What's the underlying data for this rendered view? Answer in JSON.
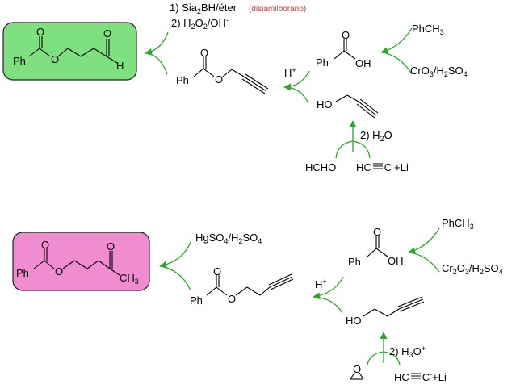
{
  "colors": {
    "green_box": "#7ee07e",
    "pink_box": "#f08cd0",
    "arrow": "#2aa82a",
    "annotation": "#e03030"
  },
  "scheme_top": {
    "product_group": "Ph",
    "product_aldehyde_O": "O",
    "product_aldehyde_H": "H",
    "ester_group": "Ph",
    "ester_carbonyl_O": "O",
    "ester_O": "O",
    "step1_num": "1) ",
    "step1_reagent": "Sia",
    "step1_sub": "2",
    "step1_tail": "BH/éter",
    "step1_note": "(disiamilborano)",
    "step2_num": "2) H",
    "step2_sub": "2",
    "step2_tail": "O",
    "step2_sub2": "2",
    "step2_tail2": "/OH",
    "step2_sup": "-",
    "acid_group": "Ph",
    "acid_O": "O",
    "acid_OH": "OH",
    "hplus": "H",
    "hplus_sup": "+",
    "toluene": "PhCH",
    "toluene_sub": "3",
    "oxidant": "CrO",
    "oxidant_sub": "3",
    "oxidant_mid": "/H",
    "oxidant_sub2": "2",
    "oxidant_tail": "SO",
    "oxidant_sub3": "4",
    "propargyl": "HO",
    "water": "2) H",
    "water_sub": "2",
    "water_tail": "O",
    "formaldehyde": "HCHO",
    "acetylide": "HC",
    "acetylide_tail": "C",
    "acetylide_sup": "-",
    "acetylide_li": "+Li"
  },
  "scheme_bottom": {
    "product_group": "Ph",
    "product_O1": "O",
    "product_O2": "O",
    "product_ketone_O": "O",
    "product_methyl": "CH",
    "product_methyl_sub": "3",
    "reagent": "HgSO",
    "reagent_sub": "4",
    "reagent_mid": "/H",
    "reagent_sub2": "2",
    "reagent_tail": "SO",
    "reagent_sub3": "4",
    "ester_group": "Ph",
    "ester_O1": "O",
    "ester_O2": "O",
    "acid_group": "Ph",
    "acid_O": "O",
    "acid_OH": "OH",
    "hplus": "H",
    "hplus_sup": "+",
    "toluene": "PhCH",
    "toluene_sub": "3",
    "oxidant": "Cr",
    "oxidant_sub": "2",
    "oxidant_mid": "O",
    "oxidant_sub2": "3",
    "oxidant_mid2": "/H",
    "oxidant_sub3": "2",
    "oxidant_tail": "SO",
    "oxidant_sub4": "4",
    "butynol": "HO",
    "hydrolysis": "2) H",
    "hydrolysis_sub": "3",
    "hydrolysis_tail": "O",
    "hydrolysis_sup": "+",
    "epoxide_O": "O",
    "acetylide": "HC",
    "acetylide_tail": "C",
    "acetylide_sup": "-",
    "acetylide_li": "+Li"
  }
}
